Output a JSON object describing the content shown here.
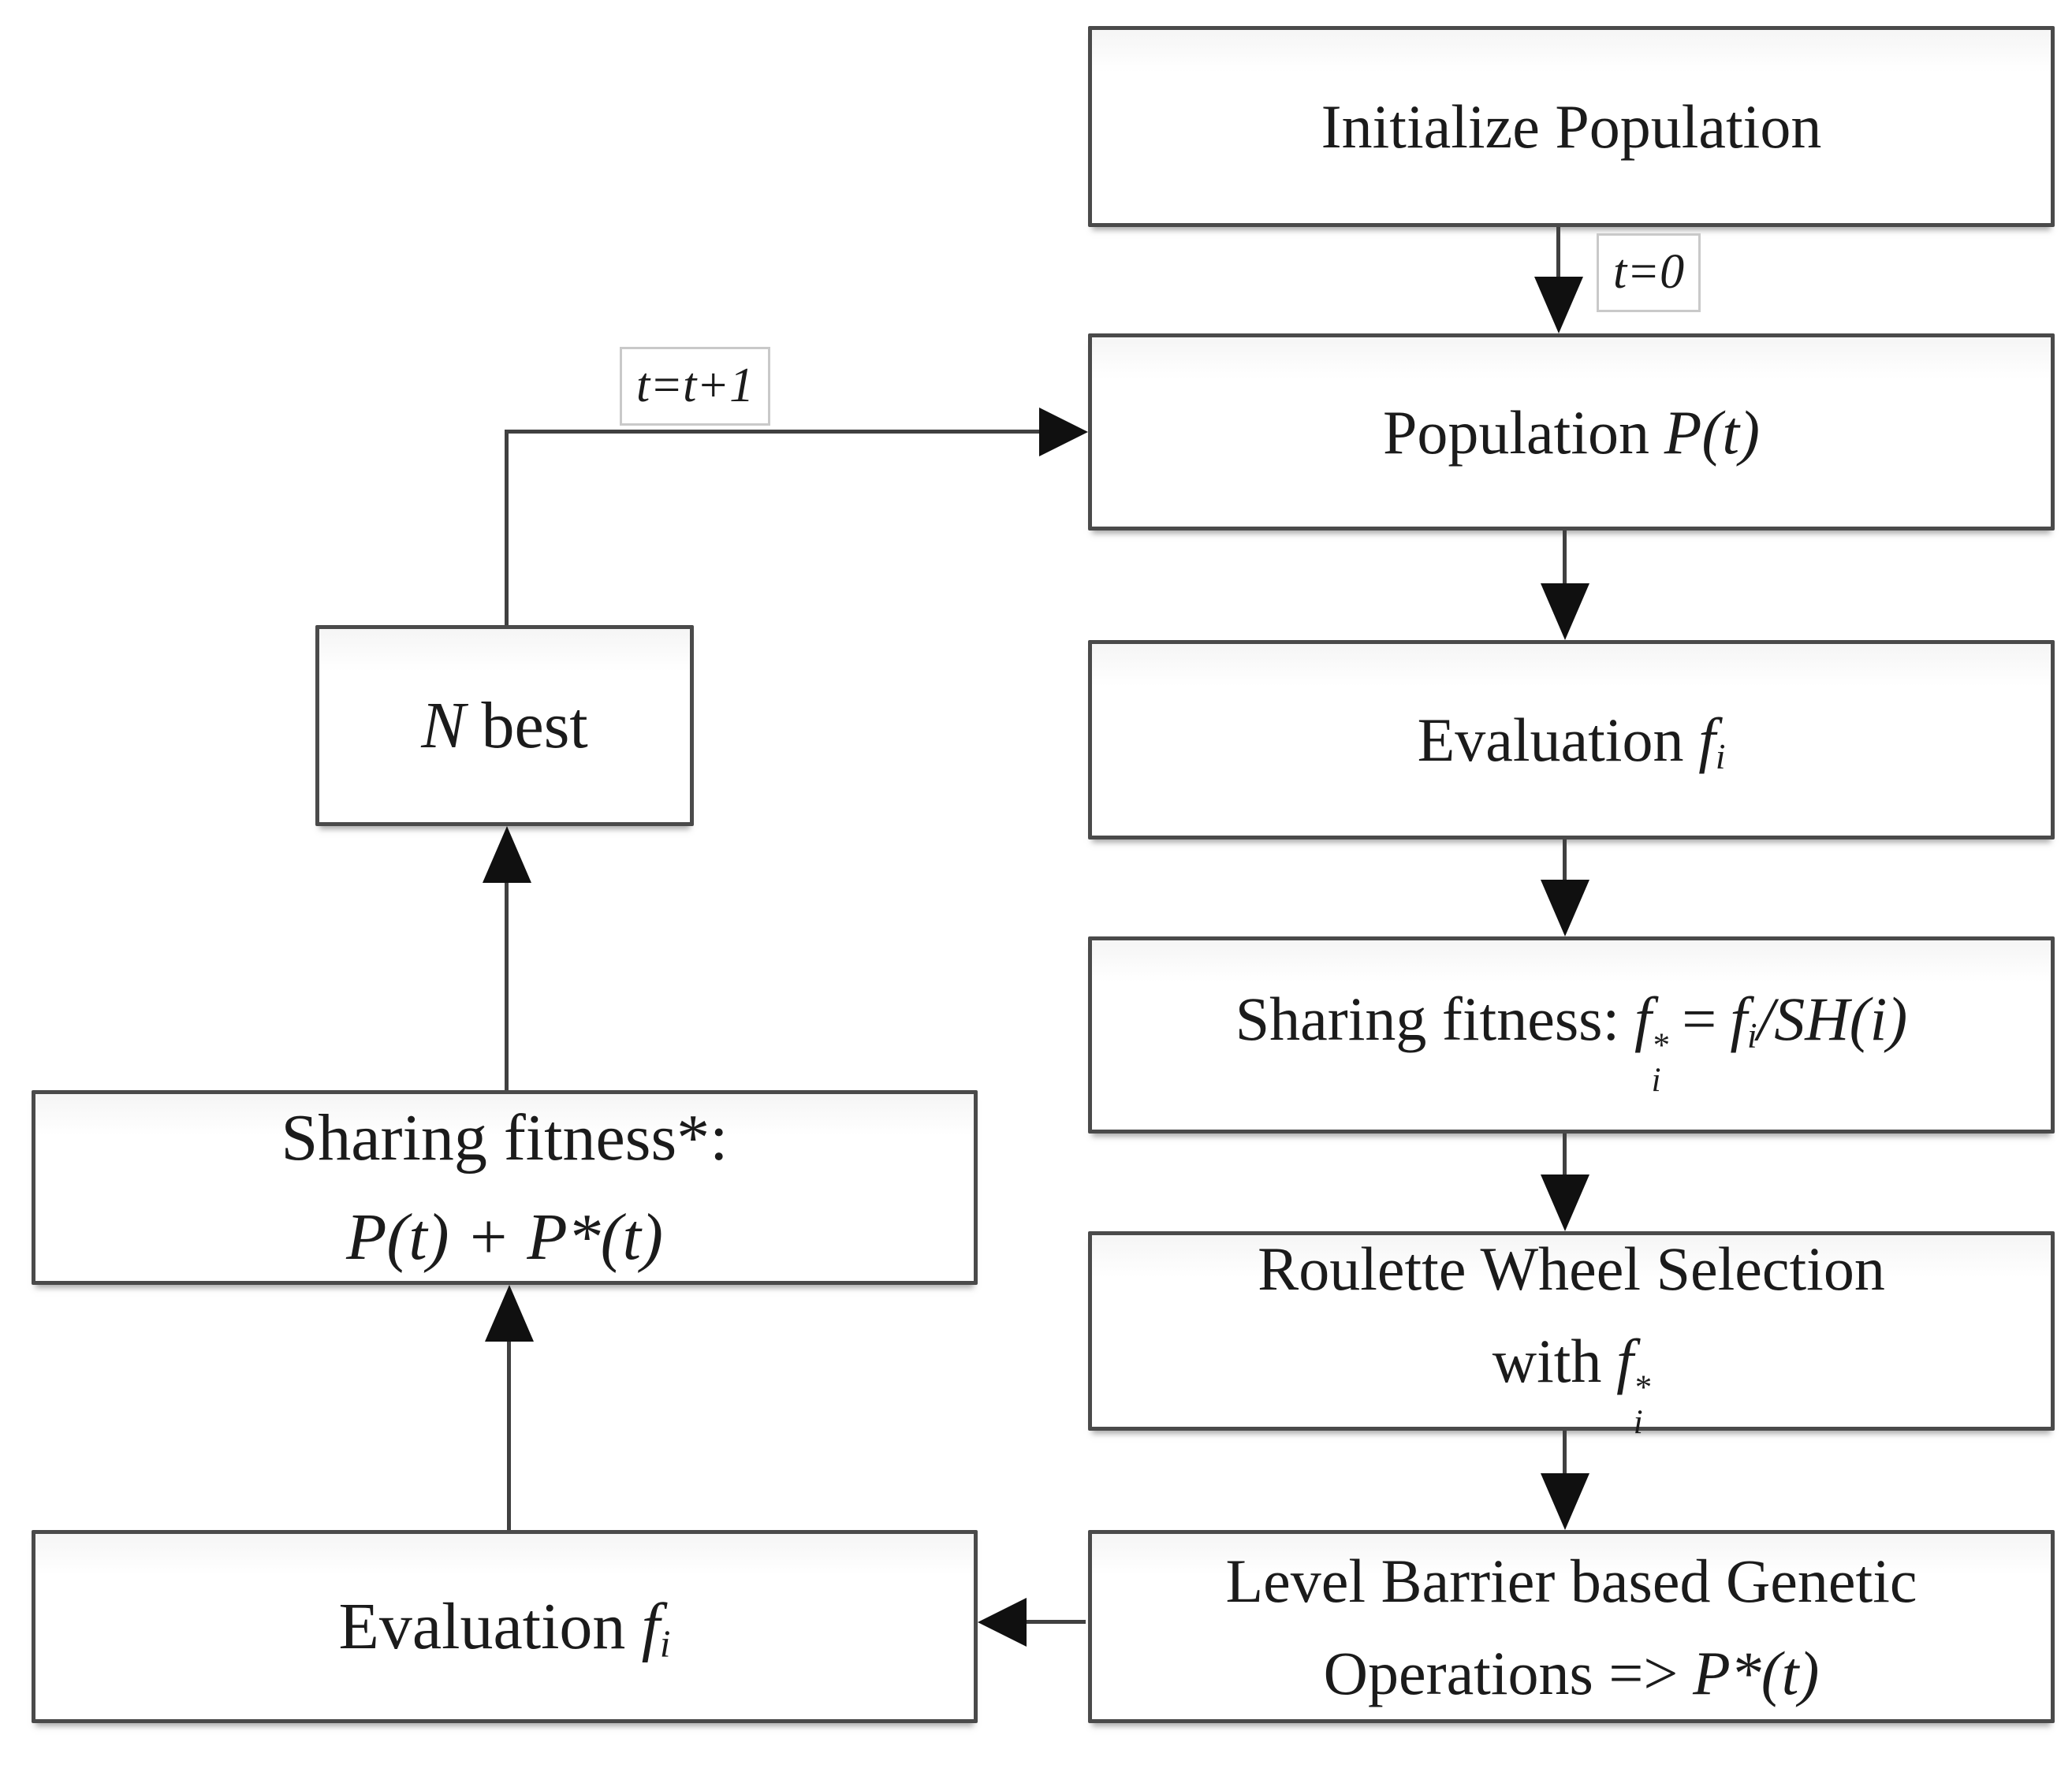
{
  "edge_labels": {
    "t0": "t=0",
    "t_loop": "t=t+1"
  },
  "right_column": {
    "initialize": {
      "label": "Initialize Population"
    },
    "population": {
      "label": "Population",
      "math": "P(t)"
    },
    "evaluation": {
      "label": "Evaluation",
      "var": "f",
      "sub": "i"
    },
    "sharing": {
      "label": "Sharing fitness:",
      "var1": "f",
      "var1_sup": "*",
      "var1_sub": "i",
      "eq": "=",
      "var2": "f",
      "var2_sub": "i",
      "tail": "/SH(i)"
    },
    "roulette": {
      "line1": "Roulette Wheel Selection",
      "line2_label": "with",
      "var": "f",
      "var_sup": "*",
      "var_sub": "i"
    },
    "level_barrier": {
      "line1": "Level Barrier based Genetic",
      "line2_label": "Operations =>",
      "math": "P*(t)"
    }
  },
  "left_column": {
    "evaluation": {
      "label": "Evaluation",
      "var": "f",
      "sub": "i"
    },
    "sharing": {
      "line1": "Sharing fitness*:",
      "line2": "P(t) + P*(t)"
    },
    "n_best": {
      "var": "N",
      "label": "best"
    }
  }
}
